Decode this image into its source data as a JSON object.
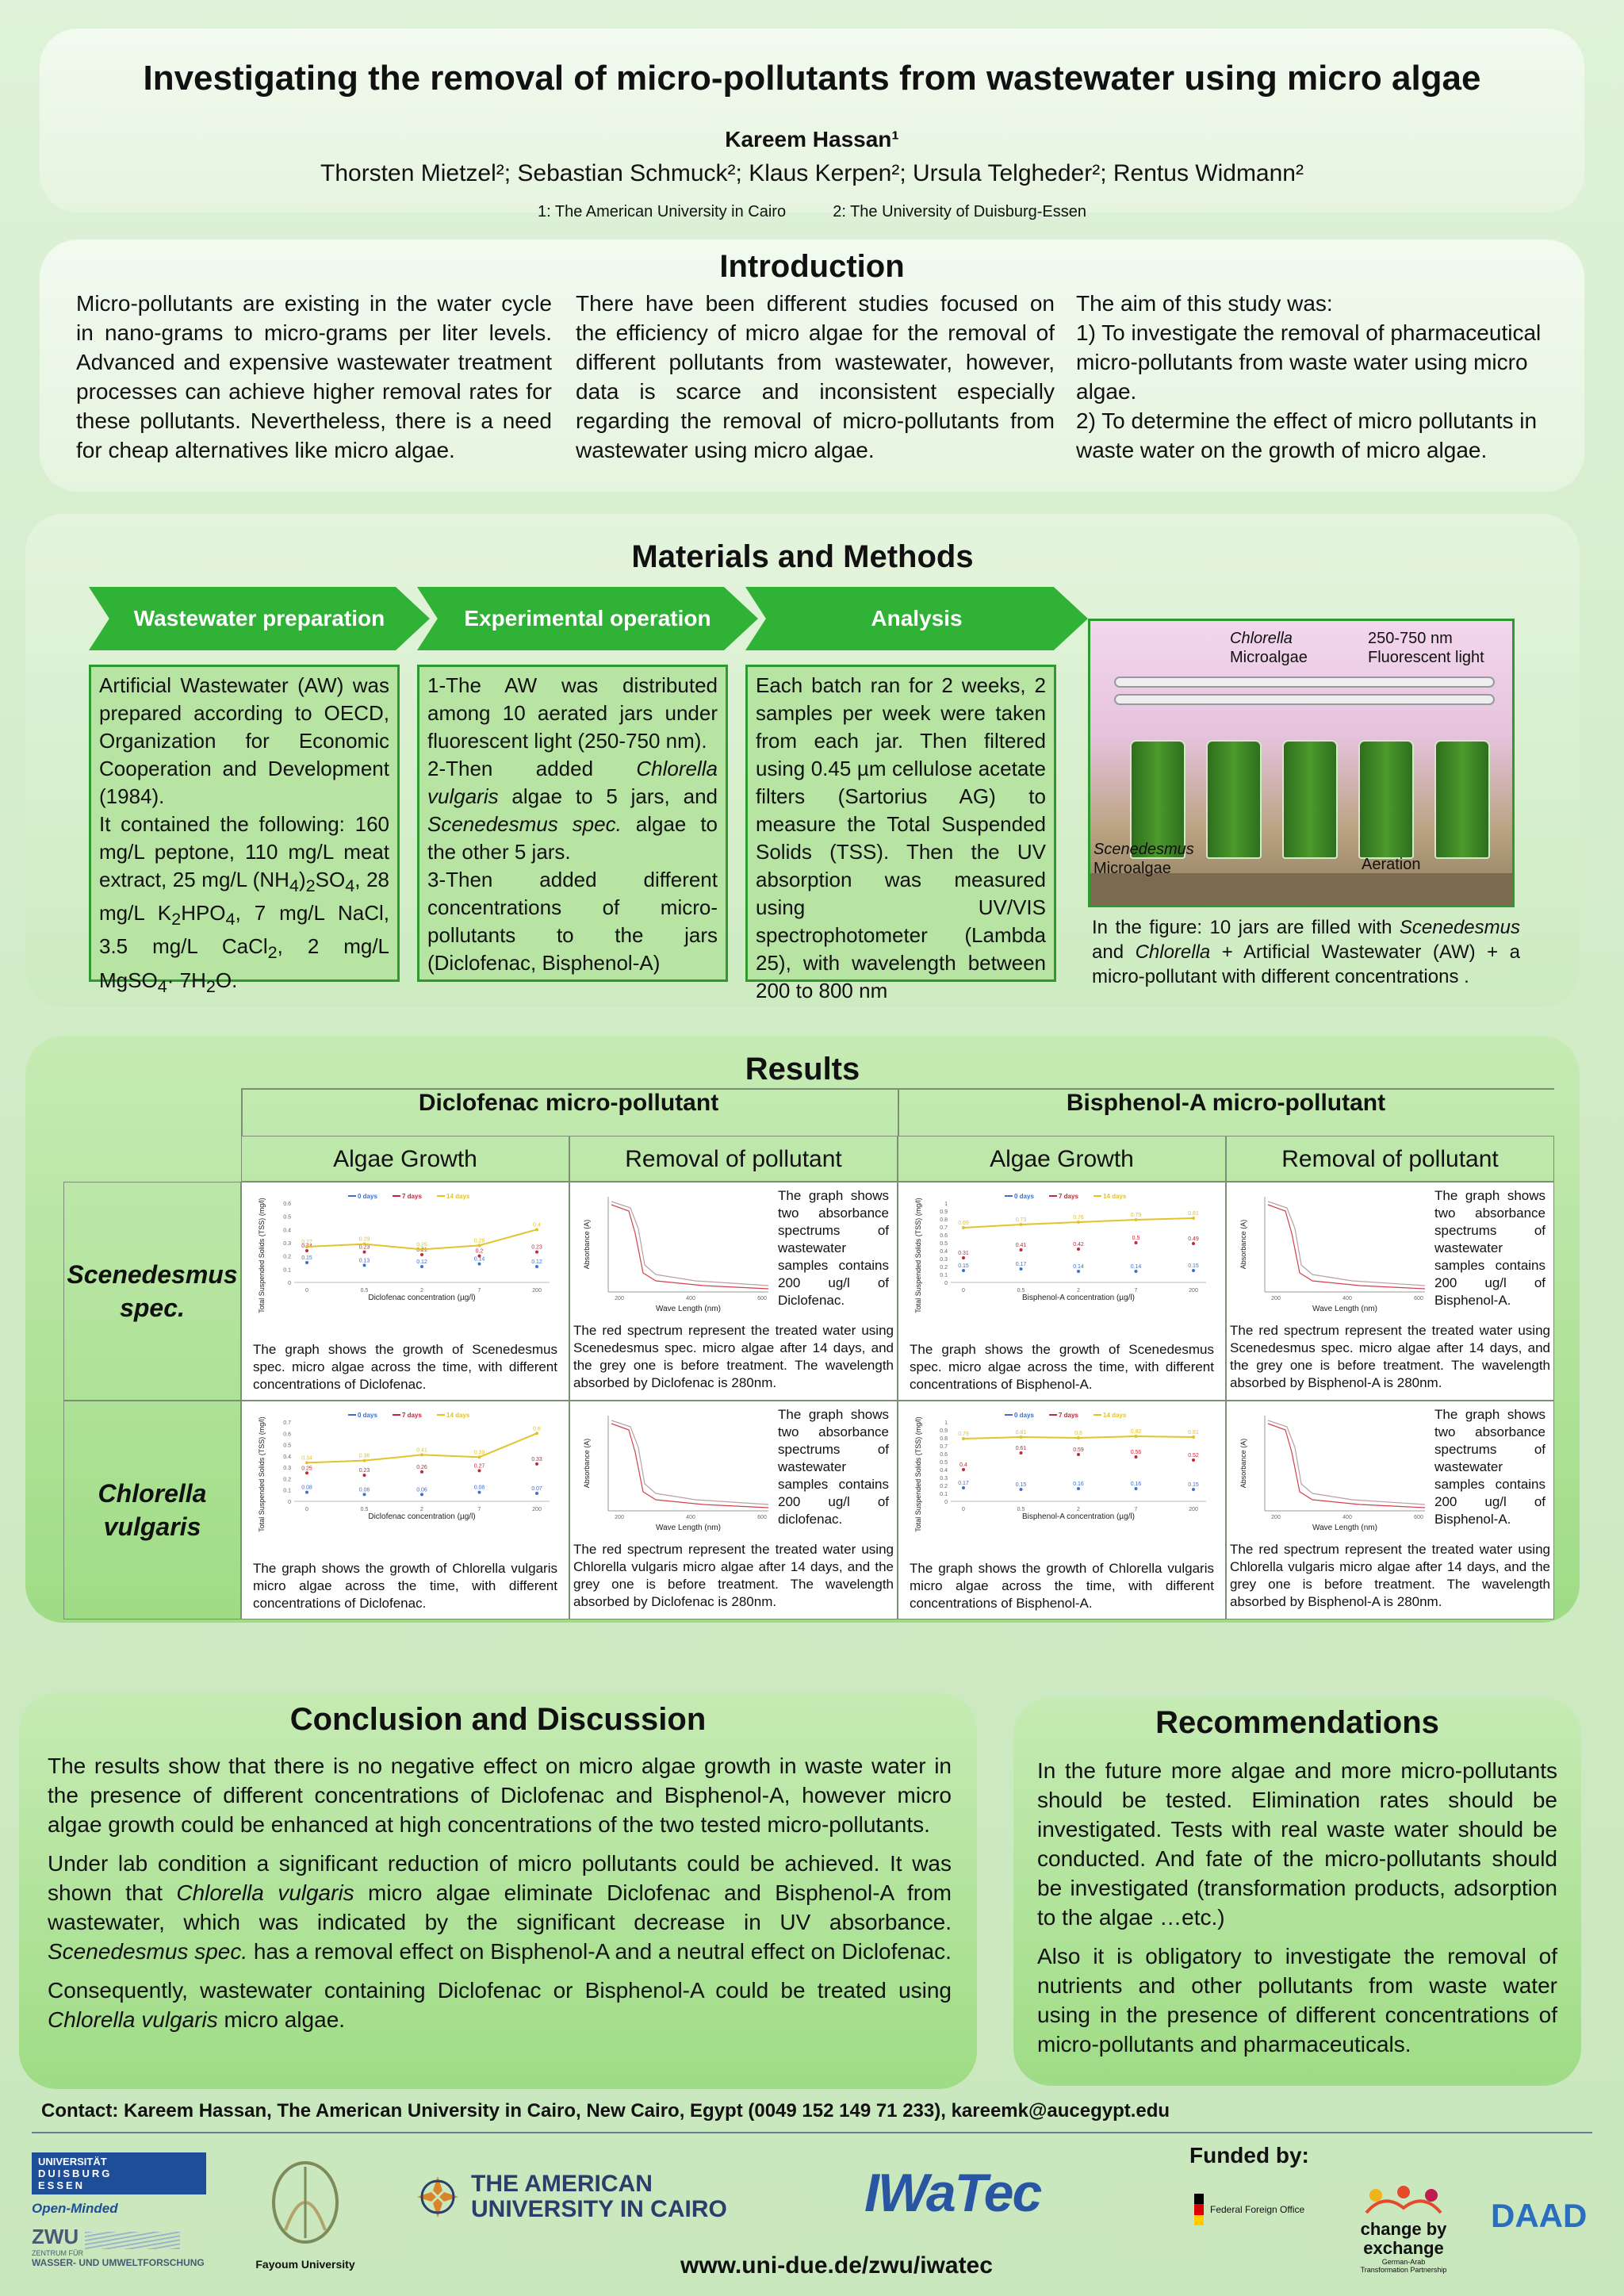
{
  "header": {
    "title": "Investigating the removal of micro-pollutants from wastewater using micro algae",
    "author": "Kareem Hassan¹",
    "coauthors": "Thorsten Mietzel²; Sebastian Schmuck²; Klaus Kerpen²; Ursula Telgheder²; Rentus Widmann²",
    "aff1": "1: The American University in Cairo",
    "aff2": "2: The University of Duisburg-Essen"
  },
  "intro": {
    "title": "Introduction",
    "col1": "Micro-pollutants are existing in the water cycle in nano-grams to micro-grams per liter levels. Advanced and expensive wastewater treatment processes can achieve higher removal rates for these pollutants. Nevertheless, there is a need for cheap alternatives like micro algae.",
    "col2": "There have been different studies focused on the efficiency of micro algae for the removal of different pollutants from wastewater, however, data is scarce and inconsistent especially regarding the removal of micro-pollutants from wastewater using micro algae.",
    "col3_a": "The aim of this study was:",
    "col3_b": "1) To investigate the removal of pharmaceutical micro-pollutants from waste water using micro algae.",
    "col3_c": "2) To determine the effect of micro pollutants in waste water on the growth of micro algae."
  },
  "methods": {
    "title": "Materials and Methods",
    "steps": [
      "Wastewater preparation",
      "Experimental operation",
      "Analysis"
    ],
    "box1": "Artificial Wastewater (AW) was prepared according to OECD, Organization for Economic Cooperation and Development (1984). It contained the following: 160 mg/L peptone, 110 mg/L meat extract, 25 mg/L (NH4)2SO4, 28 mg/L K2HPO4, 7 mg/L NaCl, 3.5 mg/L CaCl2, 2 mg/L MgSO4· 7H2O.",
    "box2": "1-The AW was distributed among 10 aerated jars under fluorescent light (250-750 nm). 2-Then added Chlorella vulgaris algae to 5 jars, and Scenedesmus spec. algae to the other 5 jars. 3-Then added different concentrations of micro-pollutants to the jars (Diclofenac, Bisphenol-A)",
    "box3": "Each batch ran for 2 weeks, 2 samples per week were taken from each jar. Then filtered using 0.45 µm cellulose acetate filters (Sartorius AG) to measure the Total Suspended Solids (TSS). Then the UV absorption was measured using UV/VIS spectrophotometer (Lambda 25), with wavelength between 200 to 800 nm",
    "photo_labels": {
      "chlorella": "Chlorella",
      "chlorella2": "Microalgae",
      "light": "250-750 nm",
      "light2": "Fluorescent light",
      "scene": "Scenedesmus",
      "scene2": "Microalgae",
      "aeration": "Aeration"
    },
    "photo_caption": "In the figure: 10 jars are filled with Scenedesmus and Chlorella + Artificial Wastewater (AW) + a micro-pollutant with different concentrations ."
  },
  "results": {
    "title": "Results",
    "diclofenac": "Diclofenac micro-pollutant",
    "bisphenol": "Bisphenol-A micro-pollutant",
    "sub_growth": "Algae Growth",
    "sub_removal": "Removal of pollutant",
    "row1": "Scenedesmus spec.",
    "row2": "Chlorella vulgaris",
    "legend": [
      "0 days",
      "7 days",
      "14 days"
    ],
    "ylabel_growth": "Total Suspended Solids (TSS) (mg/l)",
    "xlabel_dcf": "Diclofenac concentration (µg/l)",
    "xlabel_bpa": "Bisphenol-A concentration (µg/l)",
    "ylabel_abs": "Absorbance (A)",
    "xlabel_abs": "Wave Length (nm)",
    "side_r1_dcf": "The graph shows two absorbance spectrums of wastewater samples contains 200 ug/l of Diclofenac.",
    "side_r1_bpa": "The graph shows two absorbance spectrums of wastewater samples contains 200 ug/l of Bisphenol-A.",
    "side_r2_dcf": "The graph shows two absorbance spectrums of wastewater samples contains 200 ug/l of diclofenac.",
    "side_r2_bpa": "The graph shows two absorbance spectrums of wastewater samples contains 200 ug/l of Bisphenol-A.",
    "cap_r1_g_dcf": "The graph shows the growth of Scenedesmus spec. micro algae across the time, with different concentrations of Diclofenac.",
    "cap_r1_r_dcf": "The red spectrum represent the treated water using Scenedesmus spec. micro algae after 14 days, and the grey one is before treatment. The wavelength absorbed by Diclofenac is 280nm.",
    "cap_r1_g_bpa": "The graph shows the growth of Scenedesmus spec. micro algae across the time, with different concentrations of Bisphenol-A.",
    "cap_r1_r_bpa": "The red spectrum represent the treated water using Scenedesmus spec. micro algae after 14 days, and the grey one is before treatment. The wavelength absorbed by Bisphenol-A is 280nm.",
    "cap_r2_g_dcf": "The graph shows the growth of Chlorella vulgaris micro algae across the time, with different concentrations of Diclofenac.",
    "cap_r2_r_dcf": "The red spectrum represent the treated water using Chlorella vulgaris micro algae after 14 days, and the grey one is before treatment. The wavelength absorbed by Diclofenac is 280nm.",
    "cap_r2_g_bpa": "The graph shows the growth of Chlorella vulgaris micro algae across the time, with different concentrations of Bisphenol-A.",
    "cap_r2_r_bpa": "The red spectrum represent the treated water using Chlorella vulgaris micro algae after 14 days, and the grey one is before treatment. The wavelength absorbed by Bisphenol-A is 280nm."
  },
  "chart_data": [
    {
      "type": "line",
      "id": "g1",
      "x": [
        "0",
        "0.5",
        "2",
        "7",
        "200"
      ],
      "series": [
        {
          "name": "0 days",
          "values": [
            0.15,
            0.13,
            0.12,
            0.14,
            0.12
          ]
        },
        {
          "name": "7 days",
          "values": [
            0.24,
            0.23,
            0.21,
            0.2,
            0.23
          ]
        },
        {
          "name": "14 days",
          "values": [
            0.27,
            0.29,
            0.25,
            0.28,
            0.4
          ]
        }
      ],
      "ylim": [
        0,
        0.6
      ],
      "xlabel": "Diclofenac concentration (µg/l)",
      "ylabel": "Total Suspended Solids (TSS) (mg/l)"
    },
    {
      "type": "line",
      "id": "g2",
      "x": [
        "0",
        "0.5",
        "2",
        "7",
        "200"
      ],
      "series": [
        {
          "name": "0 days",
          "values": [
            0.15,
            0.17,
            0.14,
            0.14,
            0.15
          ]
        },
        {
          "name": "7 days",
          "values": [
            0.31,
            0.41,
            0.42,
            0.5,
            0.49
          ]
        },
        {
          "name": "14 days",
          "values": [
            0.69,
            0.73,
            0.76,
            0.79,
            0.81
          ]
        }
      ],
      "ylim": [
        0,
        1.0
      ],
      "xlabel": "Bisphenol-A concentration (µg/l)",
      "ylabel": "Total Suspended Solids (TSS) (mg/l)"
    },
    {
      "type": "line",
      "id": "g3",
      "x": [
        "0",
        "0.5",
        "2",
        "7",
        "200"
      ],
      "series": [
        {
          "name": "0 days",
          "values": [
            0.08,
            0.06,
            0.06,
            0.08,
            0.07
          ]
        },
        {
          "name": "7 days",
          "values": [
            0.25,
            0.23,
            0.26,
            0.27,
            0.33
          ]
        },
        {
          "name": "14 days",
          "values": [
            0.34,
            0.36,
            0.41,
            0.39,
            0.6
          ]
        }
      ],
      "ylim": [
        0,
        0.7
      ],
      "xlabel": "Diclofenac concentration (µg/l)",
      "ylabel": "Total Suspended Solids (TSS) (mg/l)"
    },
    {
      "type": "line",
      "id": "g4",
      "x": [
        "0",
        "0.5",
        "2",
        "7",
        "200"
      ],
      "series": [
        {
          "name": "0 days",
          "values": [
            0.17,
            0.15,
            0.16,
            0.16,
            0.15
          ]
        },
        {
          "name": "7 days",
          "values": [
            0.4,
            0.61,
            0.59,
            0.56,
            0.52
          ]
        },
        {
          "name": "14 days",
          "values": [
            0.79,
            0.81,
            0.8,
            0.82,
            0.81
          ]
        }
      ],
      "ylim": [
        0,
        1.0
      ],
      "xlabel": "Bisphenol-A concentration (µg/l)",
      "ylabel": "Total Suspended Solids (TSS) (mg/l)"
    }
  ],
  "conclusion": {
    "title": "Conclusion and Discussion",
    "p1": "The results show that there is no negative effect on micro algae growth in waste water in the presence of different concentrations of Diclofenac and Bisphenol-A, however micro algae growth could be enhanced at high concentrations of the two tested micro-pollutants.",
    "p2": "Under lab condition a significant reduction of micro pollutants could be achieved. It was shown that Chlorella vulgaris micro algae eliminate Diclofenac and Bisphenol-A from wastewater, which was indicated by the significant decrease in UV absorbance. Scenedesmus spec. has a removal effect on Bisphenol-A and a neutral effect on Diclofenac.",
    "p3": "Consequently, wastewater containing Diclofenac or Bisphenol-A could be treated using Chlorella vulgaris micro algae."
  },
  "recommendations": {
    "title": "Recommendations",
    "p1": "In the future more algae and more micro-pollutants should be tested. Elimination rates should be investigated. Tests with real waste water should be conducted. And fate of the micro-pollutants should be investigated (transformation products, adsorption to the algae …etc.)",
    "p2": "Also it is obligatory to investigate the removal of nutrients and other pollutants from waste water using in the presence of different concentrations of micro-pollutants and pharmaceuticals."
  },
  "footer": {
    "contact": "Contact:  Kareem Hassan, The American University in Cairo, New Cairo, Egypt (0049 152 149 71 233), kareemk@aucegypt.edu",
    "funded": "Funded by:",
    "url": "www.uni-due.de/zwu/iwatec",
    "logo_ude1": "UNIVERSITÄT",
    "logo_ude2": "DUISBURG",
    "logo_ude3": "ESSEN",
    "logo_ude4": "Open-Minded",
    "logo_zwu": "ZWU",
    "logo_zwu2": "ZENTRUM FÜR",
    "logo_zwu3": "WASSER- UND UMWELTFORSCHUNG",
    "logo_fayoum": "Fayoum University",
    "logo_auc1": "THE AMERICAN",
    "logo_auc2": "UNIVERSITY IN CAIRO",
    "logo_iwatec": "IWaTec",
    "logo_ffo": "Federal Foreign Office",
    "logo_cbe1": "change by",
    "logo_cbe2": "exchange",
    "logo_cbe3": "German-Arab",
    "logo_cbe4": "Transformation Partnership",
    "logo_daad": "DAAD"
  }
}
